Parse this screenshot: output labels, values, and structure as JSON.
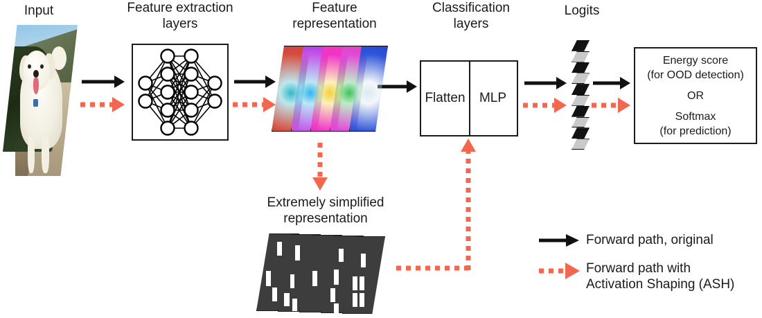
{
  "diagram": {
    "title": "Activation Shaping (ASH) forward path diagram",
    "colors": {
      "ash_red": "#F4674F",
      "forward_black": "#111111",
      "simplified_plane": "#3D3D3D",
      "box_border": "#1A1A1A",
      "background": "#FFFFFF"
    }
  },
  "labels": {
    "input": "Input",
    "feature_extraction": "Feature extraction\nlayers",
    "feature_representation": "Feature\nrepresentation",
    "classification": "Classification\nlayers",
    "logits": "Logits",
    "simplified": "Extremely simplified\nrepresentation"
  },
  "classification_box": {
    "left_cell": "Flatten",
    "right_cell": "MLP"
  },
  "output_box": {
    "lines": [
      "Energy score",
      "(for OOD detection)",
      "OR",
      "Softmax",
      "(for prediction)"
    ]
  },
  "legend": {
    "items": [
      {
        "style": "solid-black",
        "label": "Forward path, original"
      },
      {
        "style": "dotted-red",
        "label": "Forward path with\nActivation Shaping (ASH)"
      }
    ]
  },
  "neural_net": {
    "layer_sizes": [
      2,
      5,
      5,
      2
    ],
    "node_fill": "#FFFFFF",
    "node_stroke": "#000000"
  },
  "feature_maps": [
    {
      "index": 0,
      "core": "#35B8C9",
      "edge_top": "#D84B3C",
      "edge_bottom": "#C94440"
    },
    {
      "index": 1,
      "core": "#2FB6E8",
      "edge_top": "#C455E8",
      "edge_bottom": "#A83CE0"
    },
    {
      "index": 2,
      "core": "#F2D23A",
      "edge_top": "#F032C8",
      "edge_bottom": "#ED3BB8"
    },
    {
      "index": 3,
      "core": "#3FC45C",
      "edge_top": "#E247D8",
      "edge_bottom": "#D94CB6"
    },
    {
      "index": 4,
      "core": "#DCE9F0",
      "edge_top": "#2F55D8",
      "edge_bottom": "#2948CC"
    }
  ],
  "simplified_maps": {
    "count": 5,
    "plane_color": "#3D3D3D",
    "spot_color": "#FFFFFF",
    "spots": [
      [
        [
          48,
          10,
          12,
          18
        ],
        [
          22,
          48,
          12,
          20
        ],
        [
          36,
          70,
          12,
          18
        ]
      ],
      [
        [
          40,
          14,
          11,
          20
        ],
        [
          28,
          52,
          11,
          18
        ],
        [
          14,
          76,
          12,
          18
        ],
        [
          34,
          84,
          11,
          16
        ]
      ],
      [
        [
          30,
          46,
          12,
          20
        ]
      ],
      [
        [
          42,
          16,
          11,
          18
        ],
        [
          30,
          44,
          12,
          20
        ],
        [
          22,
          68,
          12,
          18
        ],
        [
          30,
          88,
          11,
          16
        ]
      ],
      [
        [
          44,
          22,
          11,
          18
        ],
        [
          24,
          52,
          11,
          18
        ],
        [
          40,
          52,
          11,
          18
        ],
        [
          24,
          74,
          11,
          18
        ],
        [
          40,
          74,
          11,
          18
        ]
      ]
    ]
  },
  "logits": {
    "cell_count": 10,
    "pattern": [
      "dark",
      "light",
      "dark",
      "light",
      "dark",
      "light",
      "dark",
      "light",
      "dark",
      "light"
    ],
    "dark_color": "#121212",
    "light_color": "#C9C9C9"
  }
}
